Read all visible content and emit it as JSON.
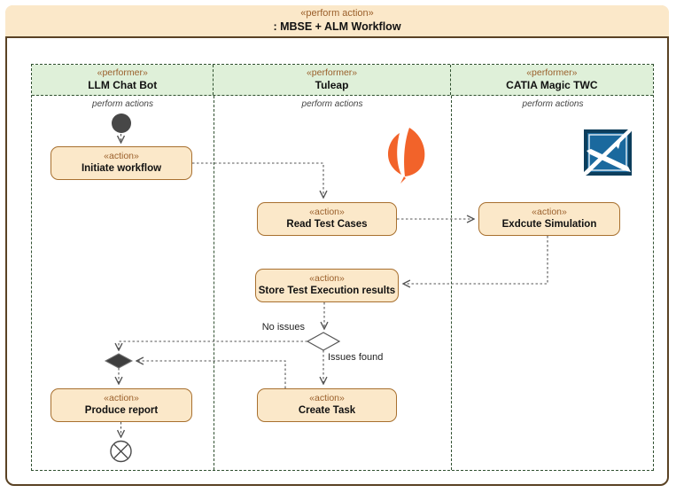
{
  "title": {
    "stereotype": "«perform action»",
    "name": ": MBSE + ALM Workflow"
  },
  "lanes": [
    {
      "stereotype": "«performer»",
      "name": "LLM Chat Bot",
      "sublabel": "perform actions"
    },
    {
      "stereotype": "«performer»",
      "name": "Tuleap",
      "sublabel": "perform actions"
    },
    {
      "stereotype": "«performer»",
      "name": "CATIA Magic TWC",
      "sublabel": "perform actions"
    }
  ],
  "actions": {
    "initiate": {
      "stereotype": "«action»",
      "label": "Initiate workflow"
    },
    "read": {
      "stereotype": "«action»",
      "label": "Read Test Cases"
    },
    "execute": {
      "stereotype": "«action»",
      "label": "Exdcute Simulation"
    },
    "store": {
      "stereotype": "«action»",
      "label": "Store Test Execution results"
    },
    "produce": {
      "stereotype": "«action»",
      "label": "Produce report"
    },
    "create": {
      "stereotype": "«action»",
      "label": "Create Task"
    }
  },
  "guards": {
    "no_issues": "No issues",
    "issues_found": "Issues found"
  },
  "icons": {
    "tuleap": "tuleap-logo",
    "catia": "catia-magic-twc-logo"
  },
  "colors": {
    "action_fill": "#FBE8C9",
    "action_border": "#A8702F",
    "lane_header_fill": "#DFF0D9",
    "frame_border": "#5A4224",
    "stereotype_text": "#9A5F2B",
    "dash_line": "#2F4F2F",
    "connector": "#555555",
    "tuleap_orange": "#F2632A",
    "catia_blue": "#1A699E"
  }
}
